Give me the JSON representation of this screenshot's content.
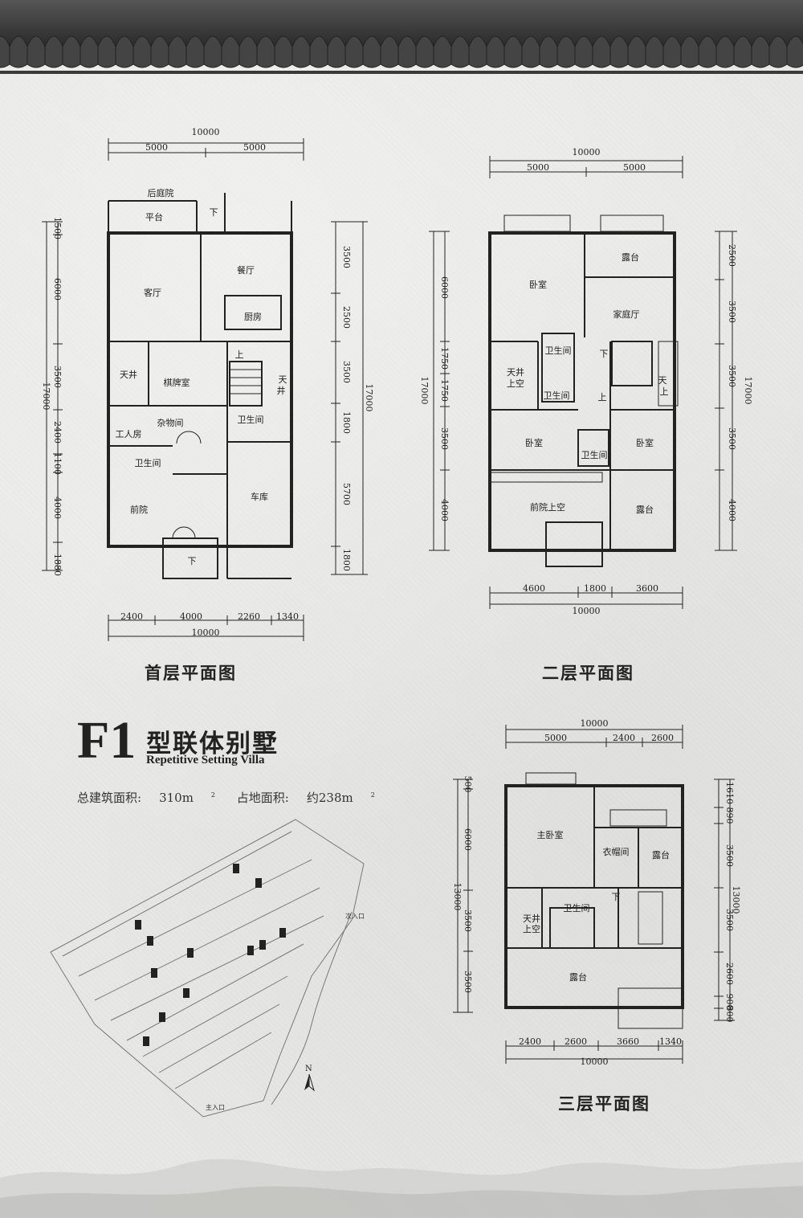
{
  "title": {
    "code": "F1",
    "cn": "型联体别墅",
    "en": "Repetitive Setting Villa"
  },
  "areas": {
    "total_label": "总建筑面积:",
    "total_value": "310m",
    "total_sup": "2",
    "land_label": "占地面积:",
    "land_value": "约238m",
    "land_sup": "2"
  },
  "captions": {
    "floor1": "首层平面图",
    "floor2": "二层平面图",
    "floor3": "三层平面图"
  },
  "floor1": {
    "dims_top": {
      "total": "10000",
      "a": "5000",
      "b": "5000"
    },
    "dims_bottom": {
      "total": "10000",
      "a": "2400",
      "b": "4000",
      "c": "2260",
      "d": "1340"
    },
    "dims_left": {
      "total": "17000",
      "a": "1500",
      "b": "6000",
      "c": "3500",
      "d": "2400",
      "e": "1100",
      "f": "4000",
      "g": "1880"
    },
    "dims_right": {
      "total": "17000",
      "a": "3500",
      "b": "2500",
      "c": "3500",
      "d": "1800",
      "e": "5700",
      "f": "1800"
    },
    "rooms": {
      "backyard": "后庭院",
      "platform": "平台",
      "down1": "下",
      "living": "客厅",
      "dining": "餐厅",
      "kitchen": "厨房",
      "courtyard1": "天井",
      "chess": "棋牌室",
      "up": "上",
      "courtyard2": "天",
      "courtyard2b": "井",
      "servant": "工人房",
      "storage": "杂物间",
      "bath1": "卫生间",
      "bath2": "卫生间",
      "garage": "车库",
      "frontyard": "前院",
      "down2": "下"
    }
  },
  "floor2": {
    "dims_top": {
      "total": "10000",
      "a": "5000",
      "b": "5000"
    },
    "dims_bottom": {
      "total": "10000",
      "a": "4600",
      "b": "1800",
      "c": "3600"
    },
    "dims_left": {
      "total": "17000",
      "a": "6000",
      "b": "1750",
      "c": "1750",
      "d": "3500",
      "e": "4000"
    },
    "dims_right": {
      "total": "17000",
      "a": "2500",
      "b": "3500",
      "c": "3500",
      "d": "3500",
      "e": "4000"
    },
    "rooms": {
      "bed1": "卧室",
      "terrace1": "露台",
      "family": "家庭厅",
      "bath1": "卫生间",
      "void1a": "天井",
      "void1b": "上空",
      "bath2": "卫生间",
      "down": "下",
      "up": "上",
      "void2a": "天",
      "void2b": "上",
      "bed2": "卧室",
      "bed3": "卧室",
      "bath3": "卫生间",
      "frontvoid": "前院上空",
      "terrace2": "露台"
    }
  },
  "floor3": {
    "dims_top": {
      "total": "10000",
      "a": "5000",
      "b": "2400",
      "c": "2600"
    },
    "dims_bottom": {
      "total": "10000",
      "a": "2400",
      "b": "2600",
      "c": "3660",
      "d": "1340"
    },
    "dims_left": {
      "total": "13000",
      "a": "500",
      "b": "6000",
      "c": "3500",
      "d": "3500"
    },
    "dims_right": {
      "total": "13000",
      "a": "1610",
      "b": "890",
      "c": "3500",
      "d": "3500",
      "e": "2600",
      "f": "900",
      "g": "800"
    },
    "rooms": {
      "master": "主卧室",
      "closet": "衣帽间",
      "terrace1": "露台",
      "down": "下",
      "bath": "卫生间",
      "void_a": "天井",
      "void_b": "上空",
      "terrace2": "露台"
    }
  },
  "site": {
    "north": "N",
    "entry1": "次入口",
    "entry2": "主入口"
  },
  "colors": {
    "paper": "#e8e8e6",
    "ink": "#222222",
    "roof": "#3a3a3a"
  }
}
